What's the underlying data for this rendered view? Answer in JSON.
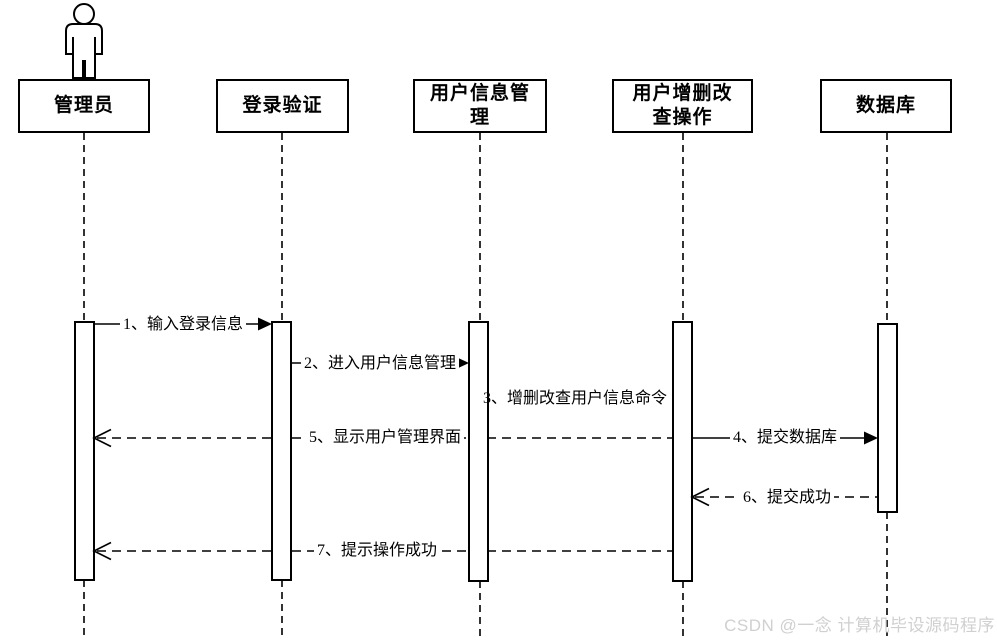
{
  "participants": [
    {
      "label": "管理员",
      "type": "actor"
    },
    {
      "label": "登录验证",
      "type": "object"
    },
    {
      "label": "用户信息管理",
      "type": "object"
    },
    {
      "label": "用户增删改查操作",
      "type": "object"
    },
    {
      "label": "数据库",
      "type": "object"
    }
  ],
  "messages": [
    {
      "label": "1、输入登录信息",
      "from": "管理员",
      "to": "登录验证",
      "line": "solid"
    },
    {
      "label": "2、进入用户信息管理",
      "from": "登录验证",
      "to": "用户信息管理",
      "line": "solid"
    },
    {
      "label": "3、增删改查用户信息命令",
      "from": "用户信息管理",
      "to": "用户增删改查操作",
      "line": "none"
    },
    {
      "label": "4、提交数据库",
      "from": "用户增删改查操作",
      "to": "数据库",
      "line": "solid"
    },
    {
      "label": "5、显示用户管理界面",
      "from": "用户增删改查操作",
      "to": "管理员",
      "line": "dashed"
    },
    {
      "label": "6、提交成功",
      "from": "数据库",
      "to": "用户增删改查操作",
      "line": "dashed"
    },
    {
      "label": "7、提示操作成功",
      "from": "用户增删改查操作",
      "to": "管理员",
      "line": "dashed"
    }
  ],
  "watermark": {
    "text": "CSDN @一念 计算机毕设源码程序",
    "color": "#d0d0d0"
  },
  "colors": {
    "line": "#000000",
    "background": "#ffffff"
  }
}
